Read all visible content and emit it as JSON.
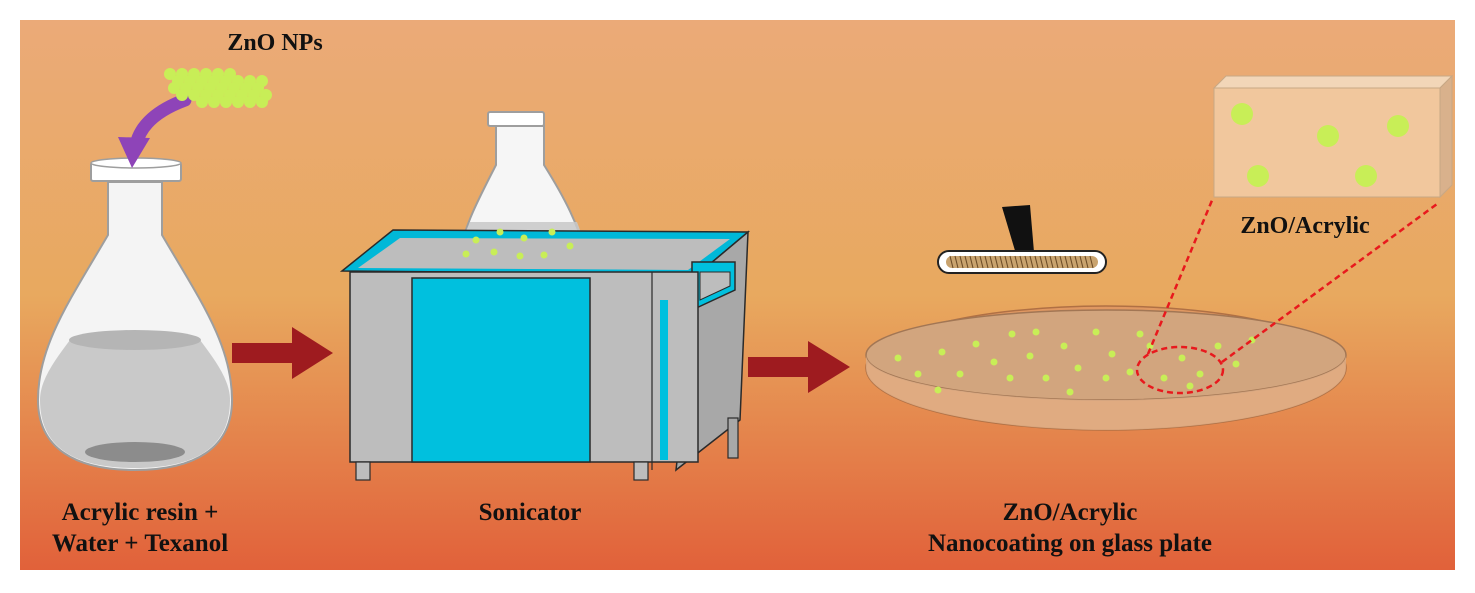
{
  "labels": {
    "zno_nps": "ZnO NPs",
    "mixture_line1": "Acrylic resin +",
    "mixture_line2": "Water + Texanol",
    "sonicator": "Sonicator",
    "coating_line1": "ZnO/Acrylic",
    "coating_line2": "Nanocoating on glass plate",
    "inset": "ZnO/Acrylic"
  },
  "colors": {
    "background_top": "#ebaa78",
    "background_middle": "#e8a95f",
    "background_bottom": "#e1613a",
    "nanoparticle": "#c8ee57",
    "process_arrow": "#9e1b1f",
    "sonicator_bath": "#00c0de",
    "sonicator_body": "#bdbdbd",
    "zoom_lines": "#e8191d",
    "dropping_arrow": "#8e44b8"
  },
  "icons": [
    "erlenmeyer-flask-icon",
    "ultrasonic-bath-icon",
    "coating-applicator-icon",
    "petri-dish-icon",
    "magnifier-inset-icon"
  ]
}
